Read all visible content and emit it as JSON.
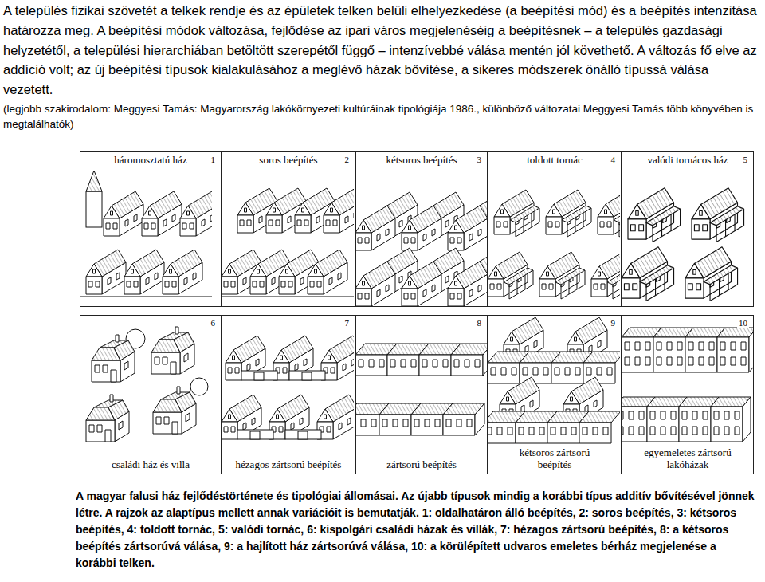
{
  "diagram": {
    "caption": "A magyar falusi ház fejlődéstörténete és tipológiai állomásai. Az újabb típusok mindig a korábbi típus additív bővítésével jönnek létre. A rajzok az alaptípus mellett annak variációit is bemutatják. 1: oldalhatáron álló beépítés, 2: soros beépítés, 3: kétsoros beépítés, 4: toldott tornác, 5: valódi tornác, 6: kispolgári családi házak és villák, 7: hézagos zártsorú beépítés, 8: a kétsoros beépítés zártsorúvá válása, 9: a hajlított ház zártsorúvá válása, 10: a körülépített udvaros emeletes bérház megjelenése a korábbi telken.",
    "nodes": [
      {
        "text": [
          "háromosztatú ház",
          "1"
        ]
      },
      {
        "text": [
          "soros beépítés",
          "2"
        ]
      },
      {
        "text": [
          "kétsoros beépítés",
          "3"
        ]
      },
      {
        "text": [
          "toldott tornác",
          "4"
        ]
      },
      {
        "text": [
          "valódi tornácos ház",
          "5"
        ]
      },
      {
        "text": [
          "családi ház és villa",
          "6"
        ]
      },
      {
        "text": [
          "hézagos zártsorú beépítés",
          "7"
        ]
      },
      {
        "text": [
          "zártsorú beépítés",
          "8"
        ]
      },
      {
        "text": [
          "kétsoros zártsorú beépítés",
          "9"
        ]
      },
      {
        "text": [
          "egyemeletes zártsorú lakóházak",
          "10"
        ]
      }
    ],
    "labels": [
      "A település fizikai szövetét a telkek rendje és az épületek telken belüli elhelyezkedése (a beépítési mód) és a beépítés intenzitása határozza meg. A beépítési módok változása, fejlődése az ipari város megjelenéséig a beépítésnek – a település gazdasági helyzetétől, a települési hierarchiában betöltött szerepétől függő – intenzívebbé válása mentén jól követhető. A változás fő elve az addíció volt; az új beépítési típusok kialakulásához a meglévő házak bővítése, a sikeres módszerek önálló típussá válása vezetett.",
      "(legjobb szakirodalom: Meggyesi Tamás: Magyarország lakókörnyezeti kultúráinak tipológiája 1986., különböző változatai Meggyesi Tamás több könyvében is megtalálhatók)"
    ]
  }
}
